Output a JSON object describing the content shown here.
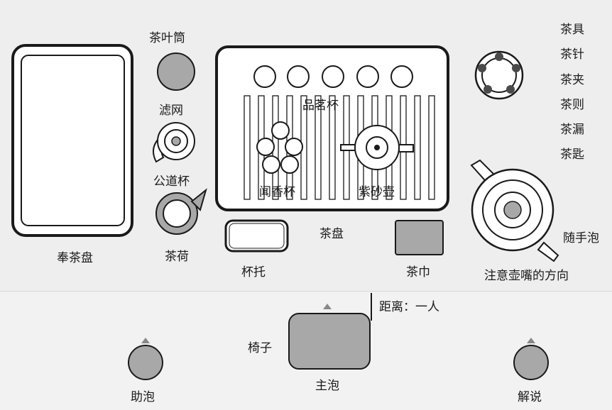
{
  "labels": {
    "tea_canister": "茶叶筒",
    "strainer": "滤网",
    "fair_cup": "公道杯",
    "lid_rest": "茶荷",
    "serving_tray": "奉茶盘",
    "tasting_cups": "品茗杯",
    "aroma_cups": "闻香杯",
    "clay_teapot": "紫砂壶",
    "tea_tray": "茶盘",
    "cup_saucer": "杯托",
    "tea_towel": "茶巾",
    "tea_tools": "茶具",
    "tea_needle": "茶针",
    "tea_tongs": "茶夹",
    "tea_scoop": "茶则",
    "tea_funnel": "茶漏",
    "tea_spoon": "茶匙",
    "side_kettle": "随手泡",
    "spout_note": "注意壶嘴的方向",
    "distance_note": "距离：一人",
    "chair": "椅子",
    "assistant": "助泡",
    "main_brewer": "主泡",
    "narrator": "解说"
  },
  "colors": {
    "outline": "#1a1a1a",
    "gray_fill": "#a8a8a8",
    "white_fill": "#ffffff",
    "background": "#eeeeee"
  }
}
